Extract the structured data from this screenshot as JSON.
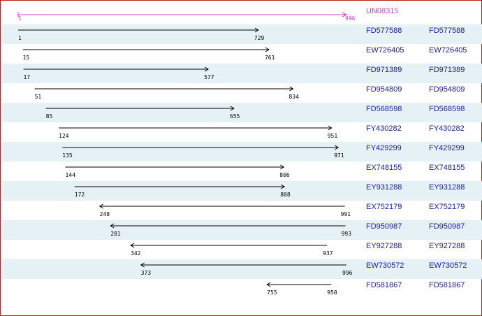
{
  "reference": {
    "id": "UN08315",
    "start": "1",
    "end": "996"
  },
  "scale": {
    "min": 1,
    "max": 996
  },
  "alignments": [
    {
      "id": "FD577588",
      "start": 1,
      "end": 729,
      "direction": "forward"
    },
    {
      "id": "EW726405",
      "start": 15,
      "end": 761,
      "direction": "forward"
    },
    {
      "id": "FD971389",
      "start": 17,
      "end": 577,
      "direction": "forward"
    },
    {
      "id": "FD954809",
      "start": 51,
      "end": 834,
      "direction": "forward"
    },
    {
      "id": "FD568598",
      "start": 85,
      "end": 655,
      "direction": "forward"
    },
    {
      "id": "FY430282",
      "start": 124,
      "end": 951,
      "direction": "forward"
    },
    {
      "id": "FY429299",
      "start": 135,
      "end": 971,
      "direction": "forward"
    },
    {
      "id": "EX748155",
      "start": 144,
      "end": 806,
      "direction": "forward"
    },
    {
      "id": "EY931288",
      "start": 172,
      "end": 808,
      "direction": "forward"
    },
    {
      "id": "EX752179",
      "start": 248,
      "end": 991,
      "direction": "reverse"
    },
    {
      "id": "FD950987",
      "start": 281,
      "end": 993,
      "direction": "reverse"
    },
    {
      "id": "EY927288",
      "start": 342,
      "end": 937,
      "direction": "reverse"
    },
    {
      "id": "EW730572",
      "start": 373,
      "end": 996,
      "direction": "reverse"
    },
    {
      "id": "FD581867",
      "start": 755,
      "end": 950,
      "direction": "reverse"
    }
  ],
  "colors": {
    "reference": "#cc44cc",
    "arrow": "#000000",
    "link": "#1a1aa6",
    "band": "#e6f1f5",
    "border": "#b22222"
  }
}
